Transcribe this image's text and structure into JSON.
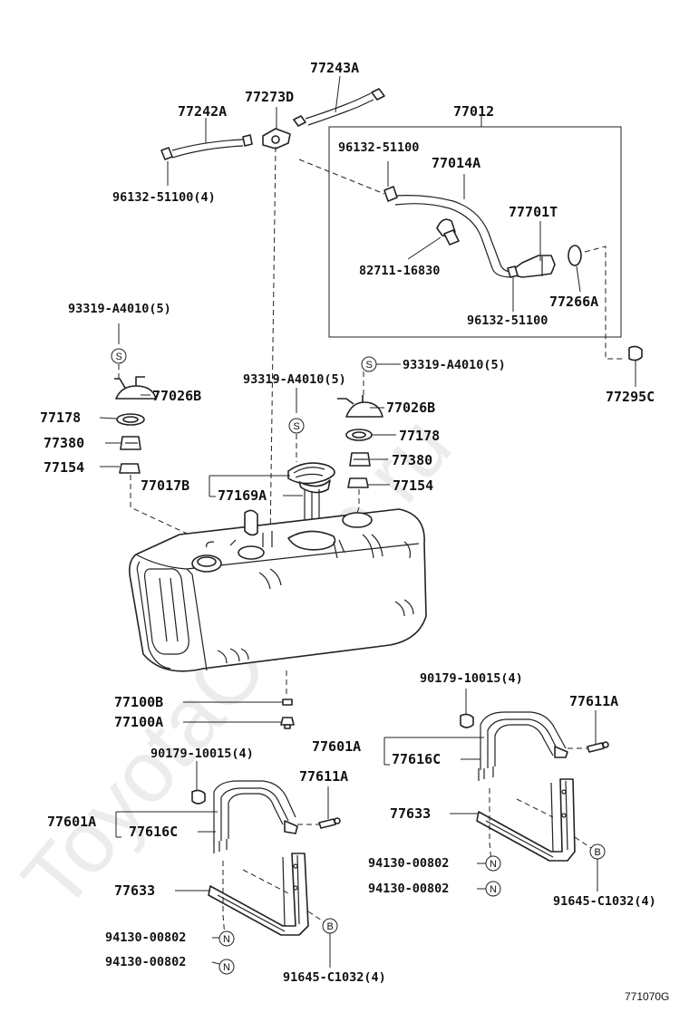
{
  "watermark": "ToyotaOnline.ru",
  "figure_id": "771070G",
  "labels": {
    "p77243A": "77243A",
    "p77273D": "77273D",
    "p77242A": "77242A",
    "p77012": "77012",
    "p96132_top_right": "96132-51100",
    "p77014A": "77014A",
    "p96132_left": "96132-51100(4)",
    "p77701T": "77701T",
    "p82711": "82711-16830",
    "p77266A": "77266A",
    "p96132_box_bottom": "96132-51100",
    "p93319_left": "93319-A4010(5)",
    "p77295C": "77295C",
    "p93319_right": "93319-A4010(5)",
    "p93319_mid": "93319-A4010(5)",
    "p77026B_left": "77026B",
    "p77026B_right": "77026B",
    "p77178_left": "77178",
    "p77178_right": "77178",
    "p77380_left": "77380",
    "p77380_right": "77380",
    "p77154_left": "77154",
    "p77154_right": "77154",
    "p77017B": "77017B",
    "p77169A": "77169A",
    "p77100B": "77100B",
    "p77100A": "77100A",
    "p90179_right": "90179-10015(4)",
    "p77611A_right": "77611A",
    "p77601A_right": "77601A",
    "p77616C_right": "77616C",
    "p90179_left": "90179-10015(4)",
    "p77611A_left": "77611A",
    "p77633_right": "77633",
    "p77601A_left": "77601A",
    "p77616C_left": "77616C",
    "p94130_r1": "94130-00802",
    "p94130_r2": "94130-00802",
    "p91645_right": "91645-C1032(4)",
    "p77633_left": "77633",
    "p94130_l1": "94130-00802",
    "p94130_l2": "94130-00802",
    "p91645_left": "91645-C1032(4)"
  },
  "symbols": {
    "s": "S",
    "n": "N",
    "b": "B"
  }
}
